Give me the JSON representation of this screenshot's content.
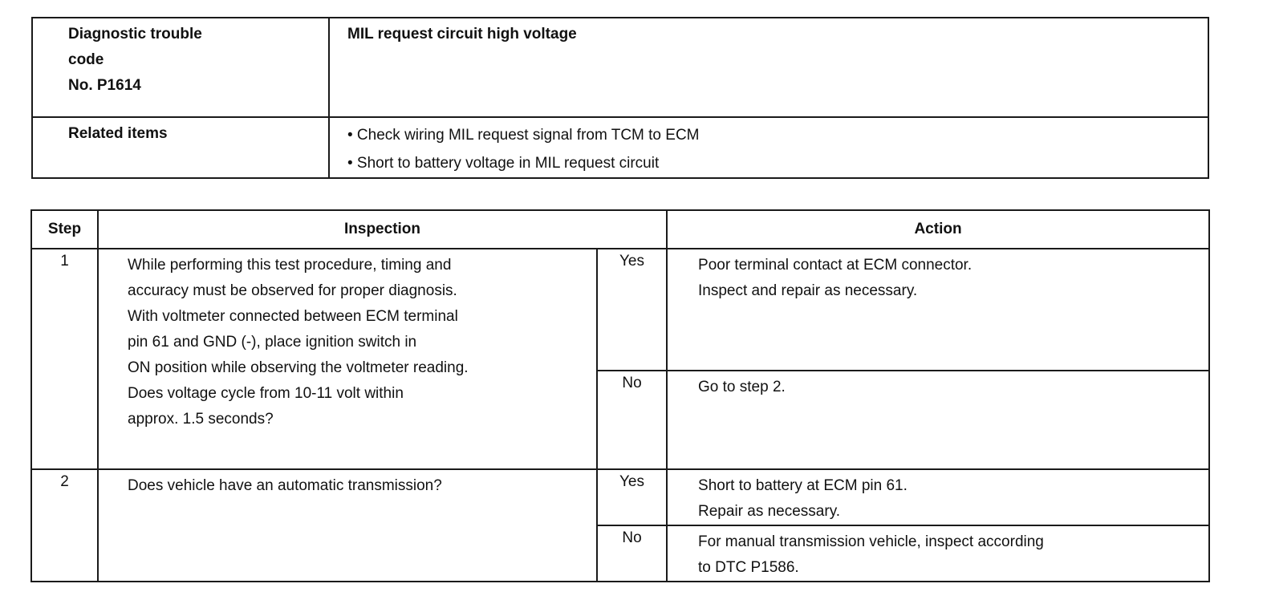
{
  "info": {
    "dtc_label": [
      "Diagnostic trouble",
      "code",
      "No. P1614"
    ],
    "dtc_value": "MIL request circuit high voltage",
    "related_label": "Related items",
    "related_values": [
      "• Check wiring MIL request signal from TCM to ECM",
      "• Short to battery voltage in MIL request circuit"
    ]
  },
  "steps_table": {
    "headers": {
      "step": "Step",
      "inspection": "Inspection",
      "action": "Action"
    },
    "steps": [
      {
        "number": "1",
        "inspection": [
          "While performing this test procedure, timing and",
          "accuracy must be observed for proper diagnosis.",
          "With voltmeter connected between ECM terminal",
          "pin 61 and GND (-), place ignition switch in",
          "ON position while observing the voltmeter reading.",
          "Does voltage cycle from 10-11 volt within",
          "approx. 1.5 seconds?"
        ],
        "outcomes": [
          {
            "answer": "Yes",
            "action": [
              "Poor terminal contact at ECM connector.",
              "Inspect and repair as necessary."
            ]
          },
          {
            "answer": "No",
            "action": [
              "Go to step 2."
            ]
          }
        ]
      },
      {
        "number": "2",
        "inspection": [
          "Does vehicle have an automatic transmission?"
        ],
        "outcomes": [
          {
            "answer": "Yes",
            "action": [
              "Short to battery at ECM pin 61.",
              "Repair as necessary."
            ]
          },
          {
            "answer": "No",
            "action": [
              "For manual transmission vehicle, inspect according",
              "to DTC P1586."
            ]
          }
        ]
      }
    ]
  }
}
